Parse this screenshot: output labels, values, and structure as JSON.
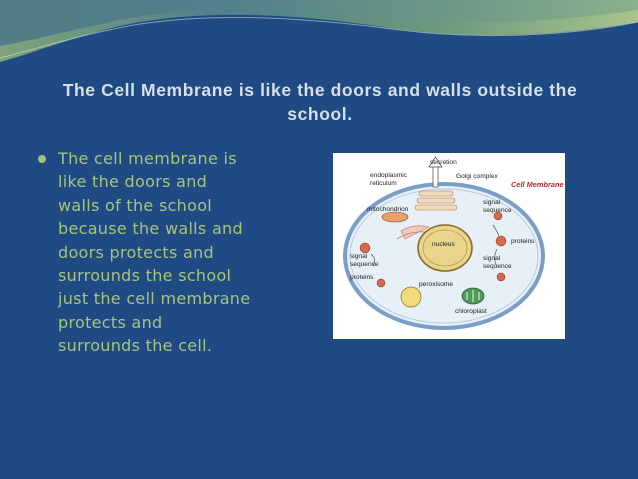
{
  "slide": {
    "title": "The Cell Membrane is like the doors and walls outside the school.",
    "bullet": "The cell membrane is\nlike the doors and\nwalls of the school\nbecause the walls and\ndoors protects and\nsurrounds the school\njust the cell membrane\nprotects and\nsurrounds the cell."
  },
  "diagram": {
    "labels": {
      "secretion": "secretion",
      "golgi": "Golgi complex",
      "er_line1": "endoplasmic",
      "er_line2": "reticulum",
      "cell_membrane": "Cell Membrane",
      "mitochondrion": "mitochondrion",
      "signal_top_1": "signal",
      "signal_top_2": "sequence",
      "proteins_right": "proteins",
      "nucleus": "nucleus",
      "signal_left_1": "signal",
      "signal_left_2": "sequence",
      "signal_right_1": "signal",
      "signal_right_2": "sequence",
      "proteins_left": "proteins",
      "peroxisome": "peroxisome",
      "chloroplast": "chloroplast"
    }
  },
  "colors": {
    "background": "#1f4a84",
    "title": "#d8dfe9",
    "bullet_text": "#a8c47a",
    "membrane_label": "#c22a2a"
  }
}
